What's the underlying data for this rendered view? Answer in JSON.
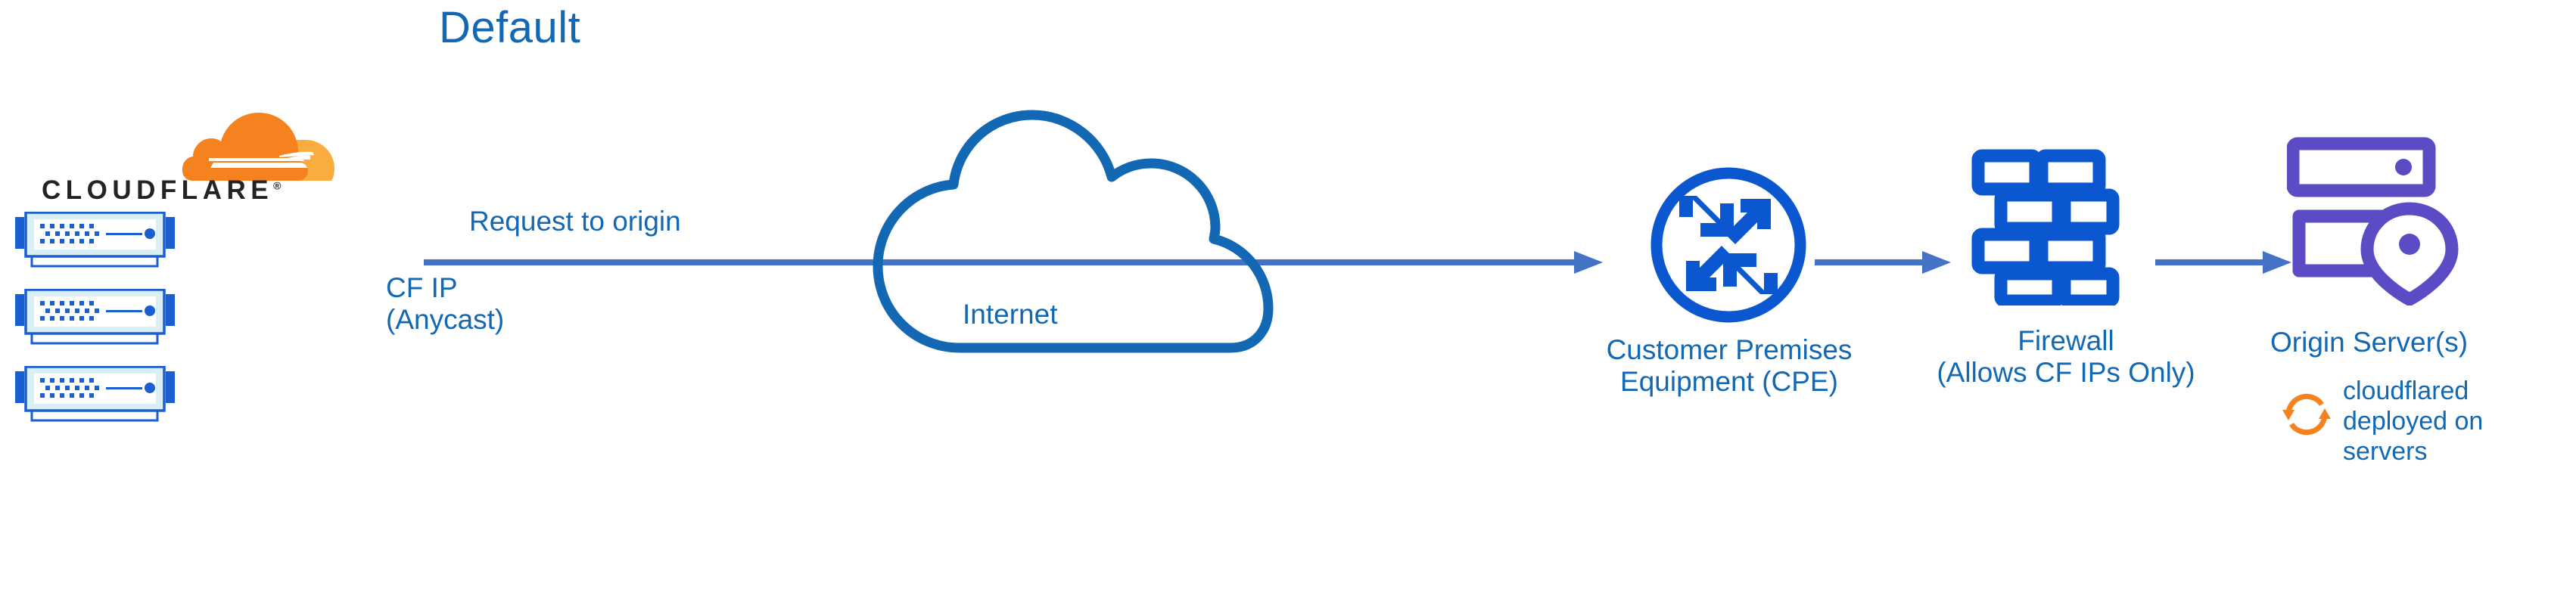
{
  "title": "Default",
  "brand": {
    "wordmark": "CLOUDFLARE",
    "registered_mark": "®",
    "logo_icon": "cloudflare-cloud-logo",
    "orange": "#f6821f",
    "orange_light": "#faad3f",
    "wordmark_color": "#232323"
  },
  "colors": {
    "label_blue": "#1268b3",
    "icon_blue": "#0b57d0",
    "arrow_blue": "#4472c4",
    "origin_purple": "#5b4bc4",
    "rack_blue": "#1a5fd0",
    "rack_fill": "#d9eef5"
  },
  "nodes": {
    "edge": {
      "name": "cloudflare-edge-servers",
      "icon": "server-rack-icon",
      "count": 3
    },
    "internet": {
      "label": "Internet",
      "icon": "cloud-outline-icon"
    },
    "cpe": {
      "label_line1": "Customer Premises",
      "label_line2": "Equipment (CPE)",
      "icon": "router-converging-arrows-icon"
    },
    "firewall": {
      "label_line1": "Firewall",
      "label_line2": "(Allows CF IPs Only)",
      "icon": "brick-wall-icon"
    },
    "origin": {
      "label": "Origin Server(s)",
      "icon": "server-stack-location-pin-icon"
    },
    "cloudflared": {
      "label_line1": "cloudflared",
      "label_line2": "deployed on",
      "label_line3": "servers",
      "icon": "circular-sync-arrows-icon"
    }
  },
  "connections": {
    "main": {
      "label": "Request to origin",
      "sublabel_line1": "CF IP",
      "sublabel_line2": "(Anycast)",
      "icon": "arrow-right-icon"
    },
    "cpe_to_firewall": {
      "icon": "arrow-right-icon"
    },
    "firewall_to_origin": {
      "icon": "arrow-right-icon"
    }
  }
}
